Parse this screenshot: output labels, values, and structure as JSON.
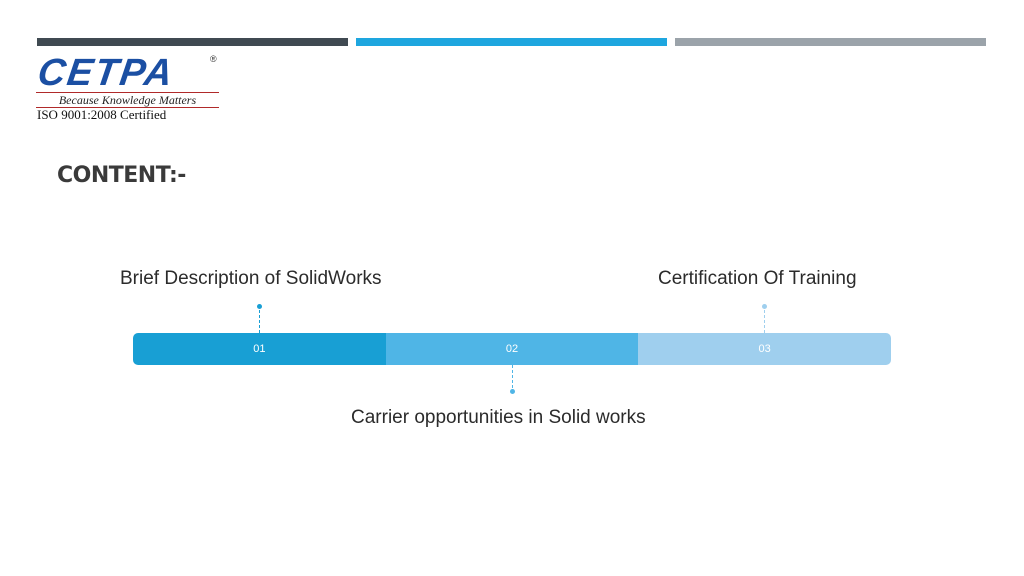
{
  "header": {
    "bar_colors": [
      "#404a52",
      "#1ea6df",
      "#9ba3aa"
    ]
  },
  "logo": {
    "wordmark": "CETPA",
    "registered_mark": "®",
    "tagline": "Because Knowledge Matters",
    "certification": "ISO 9001:2008 Certified",
    "brand_color": "#1b4fa3"
  },
  "slide": {
    "title": "CONTENT:-"
  },
  "timeline": {
    "segments": [
      {
        "number": "01",
        "label": "Brief Description of SolidWorks",
        "color": "#189fd4"
      },
      {
        "number": "02",
        "label": "Carrier opportunities  in Solid works",
        "color": "#4fb5e6"
      },
      {
        "number": "03",
        "label": "Certification Of Training",
        "color": "#9fcfee"
      }
    ]
  }
}
